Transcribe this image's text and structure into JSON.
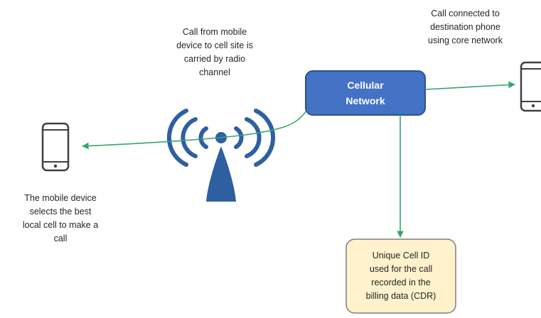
{
  "network_box": {
    "label": "Cellular\nNetwork"
  },
  "cdr_box": {
    "label": "Unique Cell ID\nused for the call\nrecorded in the\nbilling data (CDR)"
  },
  "annotations": {
    "radio_channel": "Call from mobile\ndevice to cell site is\ncarried by radio\nchannel",
    "core_network": "Call connected to\ndestination phone\nusing core network",
    "mobile_device": "The mobile device\nselects the best\nlocal cell to make a\ncall"
  },
  "colors": {
    "network_fill": "#4472c4",
    "network_stroke": "#2f528f",
    "cdr_fill": "#fff2cc",
    "cdr_stroke": "#7f7f7f",
    "arrow": "#33a76b",
    "tower": "#2e5fa0",
    "phone": "#404040"
  },
  "icons": [
    "cell-tower-icon",
    "mobile-phone-icon",
    "destination-phone-icon"
  ]
}
